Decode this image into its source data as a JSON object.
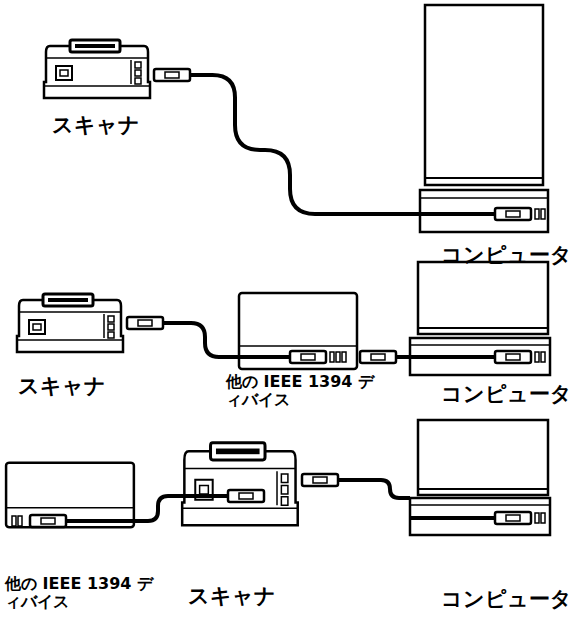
{
  "diagram": {
    "nodes": [
      {
        "text": [
          "スキャナ"
        ]
      },
      {
        "text": [
          "コンピュータ"
        ]
      },
      {
        "text": [
          "スキャナ"
        ]
      },
      {
        "text": [
          "他の IEEE 1394 ディバイス"
        ]
      },
      {
        "text": [
          "コンピュータ"
        ]
      },
      {
        "text": [
          "他の IEEE 1394 ディバイス"
        ]
      },
      {
        "text": [
          "スキャナ"
        ]
      },
      {
        "text": [
          "コンピュータ"
        ]
      }
    ],
    "edges": [
      {
        "from": 0,
        "to": 1,
        "arrow": "none"
      },
      {
        "from": 2,
        "to": 3,
        "arrow": "none"
      },
      {
        "from": 3,
        "to": 4,
        "arrow": "none"
      },
      {
        "from": 5,
        "to": 6,
        "arrow": "none"
      },
      {
        "from": 6,
        "to": 7,
        "arrow": "none"
      }
    ]
  }
}
